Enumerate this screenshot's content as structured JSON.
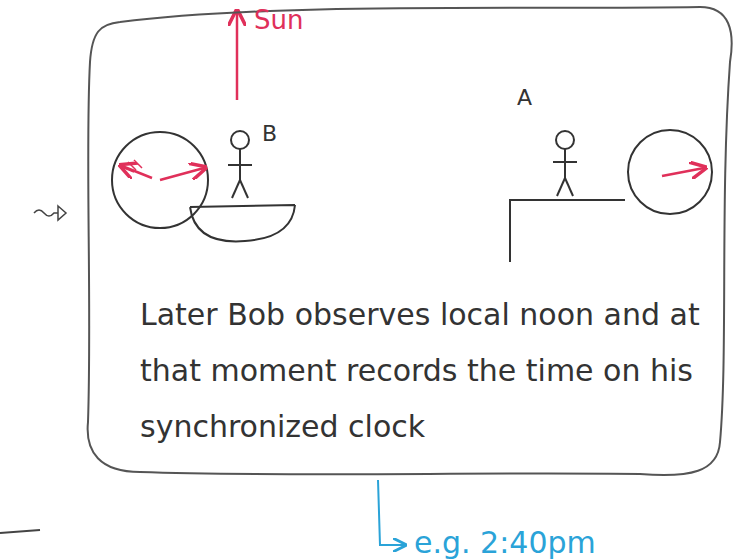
{
  "diagram": {
    "nodes": [
      {
        "text": [
          "Later Bob observes local noon and at that moment records the time on his synchronized clock"
        ]
      }
    ],
    "labels": [
      "Sun",
      "B",
      "A",
      "e.g. 2:40pm"
    ]
  }
}
